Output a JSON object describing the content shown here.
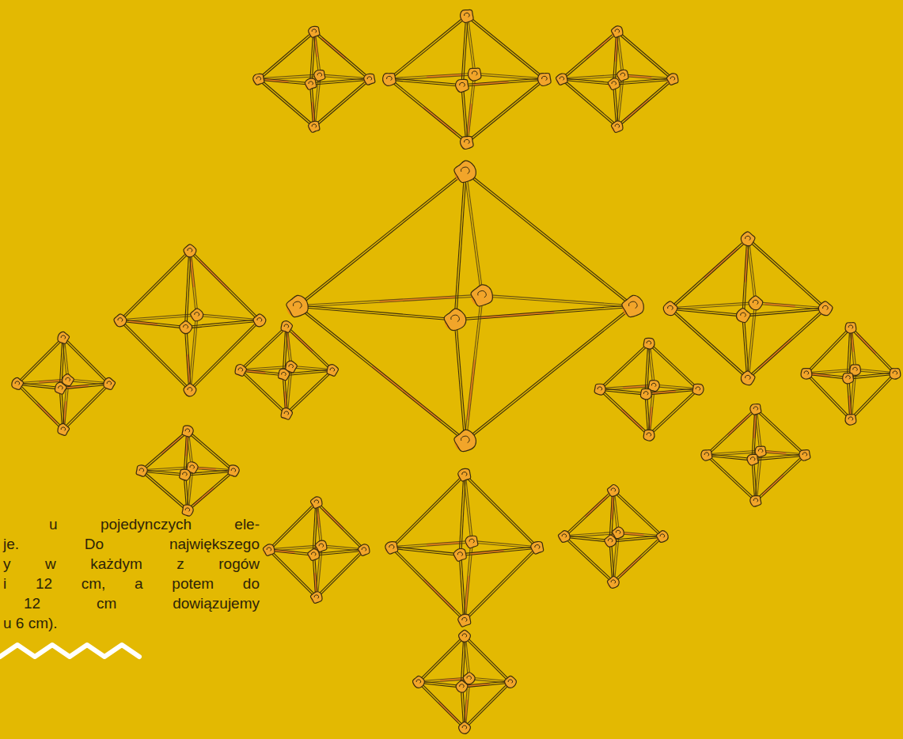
{
  "diagram": {
    "labels": [
      "u pojedynczych ele-",
      "je. Do największego",
      "y w każdym z rogów",
      "i 12 cm, a potem do",
      "12 cm dowiązujemy",
      "u 6 cm)."
    ]
  }
}
